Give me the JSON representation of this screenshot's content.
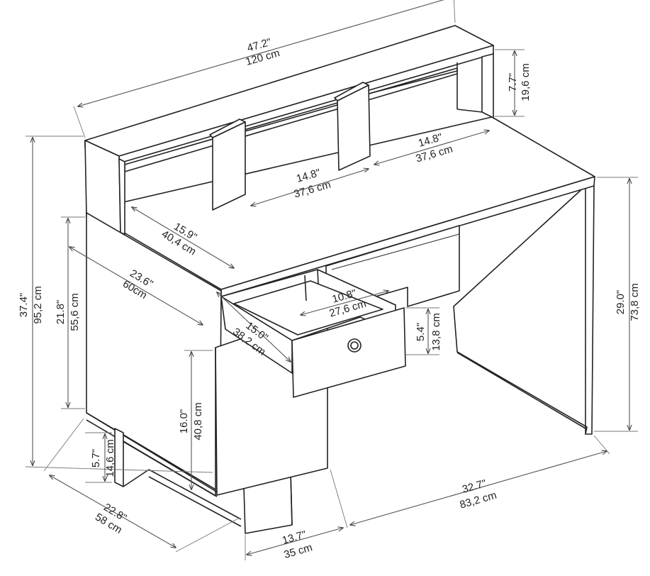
{
  "dimensions": {
    "total_width": {
      "imperial": "47.2\"",
      "metric": "120 cm"
    },
    "hutch_height": {
      "imperial": "7.7\"",
      "metric": "19,6 cm"
    },
    "hutch_shelf_left": {
      "imperial": "14.8\"",
      "metric": "37,6 cm"
    },
    "hutch_shelf_right": {
      "imperial": "14.8\"",
      "metric": "37,6 cm"
    },
    "hutch_depth": {
      "imperial": "15.9\"",
      "metric": "40,4 cm"
    },
    "desk_depth": {
      "imperial": "23.6\"",
      "metric": "60cm"
    },
    "drawer_width": {
      "imperial": "10.8\"",
      "metric": "27,6 cm"
    },
    "drawer_depth": {
      "imperial": "15.0\"",
      "metric": "38,2 cm"
    },
    "drawer_height": {
      "imperial": "5.4\"",
      "metric": "13,8 cm"
    },
    "total_height": {
      "imperial": "37.4\"",
      "metric": "95,2 cm"
    },
    "side_cabinet_height": {
      "imperial": "21.8\"",
      "metric": "55,6 cm"
    },
    "desk_height": {
      "imperial": "29.0\"",
      "metric": "73,8 cm"
    },
    "door_height": {
      "imperial": "16.0\"",
      "metric": "40,8 cm"
    },
    "bottom_shelf_height": {
      "imperial": "5.7\"",
      "metric": "14,6 cm"
    },
    "base_depth": {
      "imperial": "22.8\"",
      "metric": "58 cm"
    },
    "cabinet_width": {
      "imperial": "13.7\"",
      "metric": "35 cm"
    },
    "leg_span": {
      "imperial": "32.7\"",
      "metric": "83,2 cm"
    }
  }
}
